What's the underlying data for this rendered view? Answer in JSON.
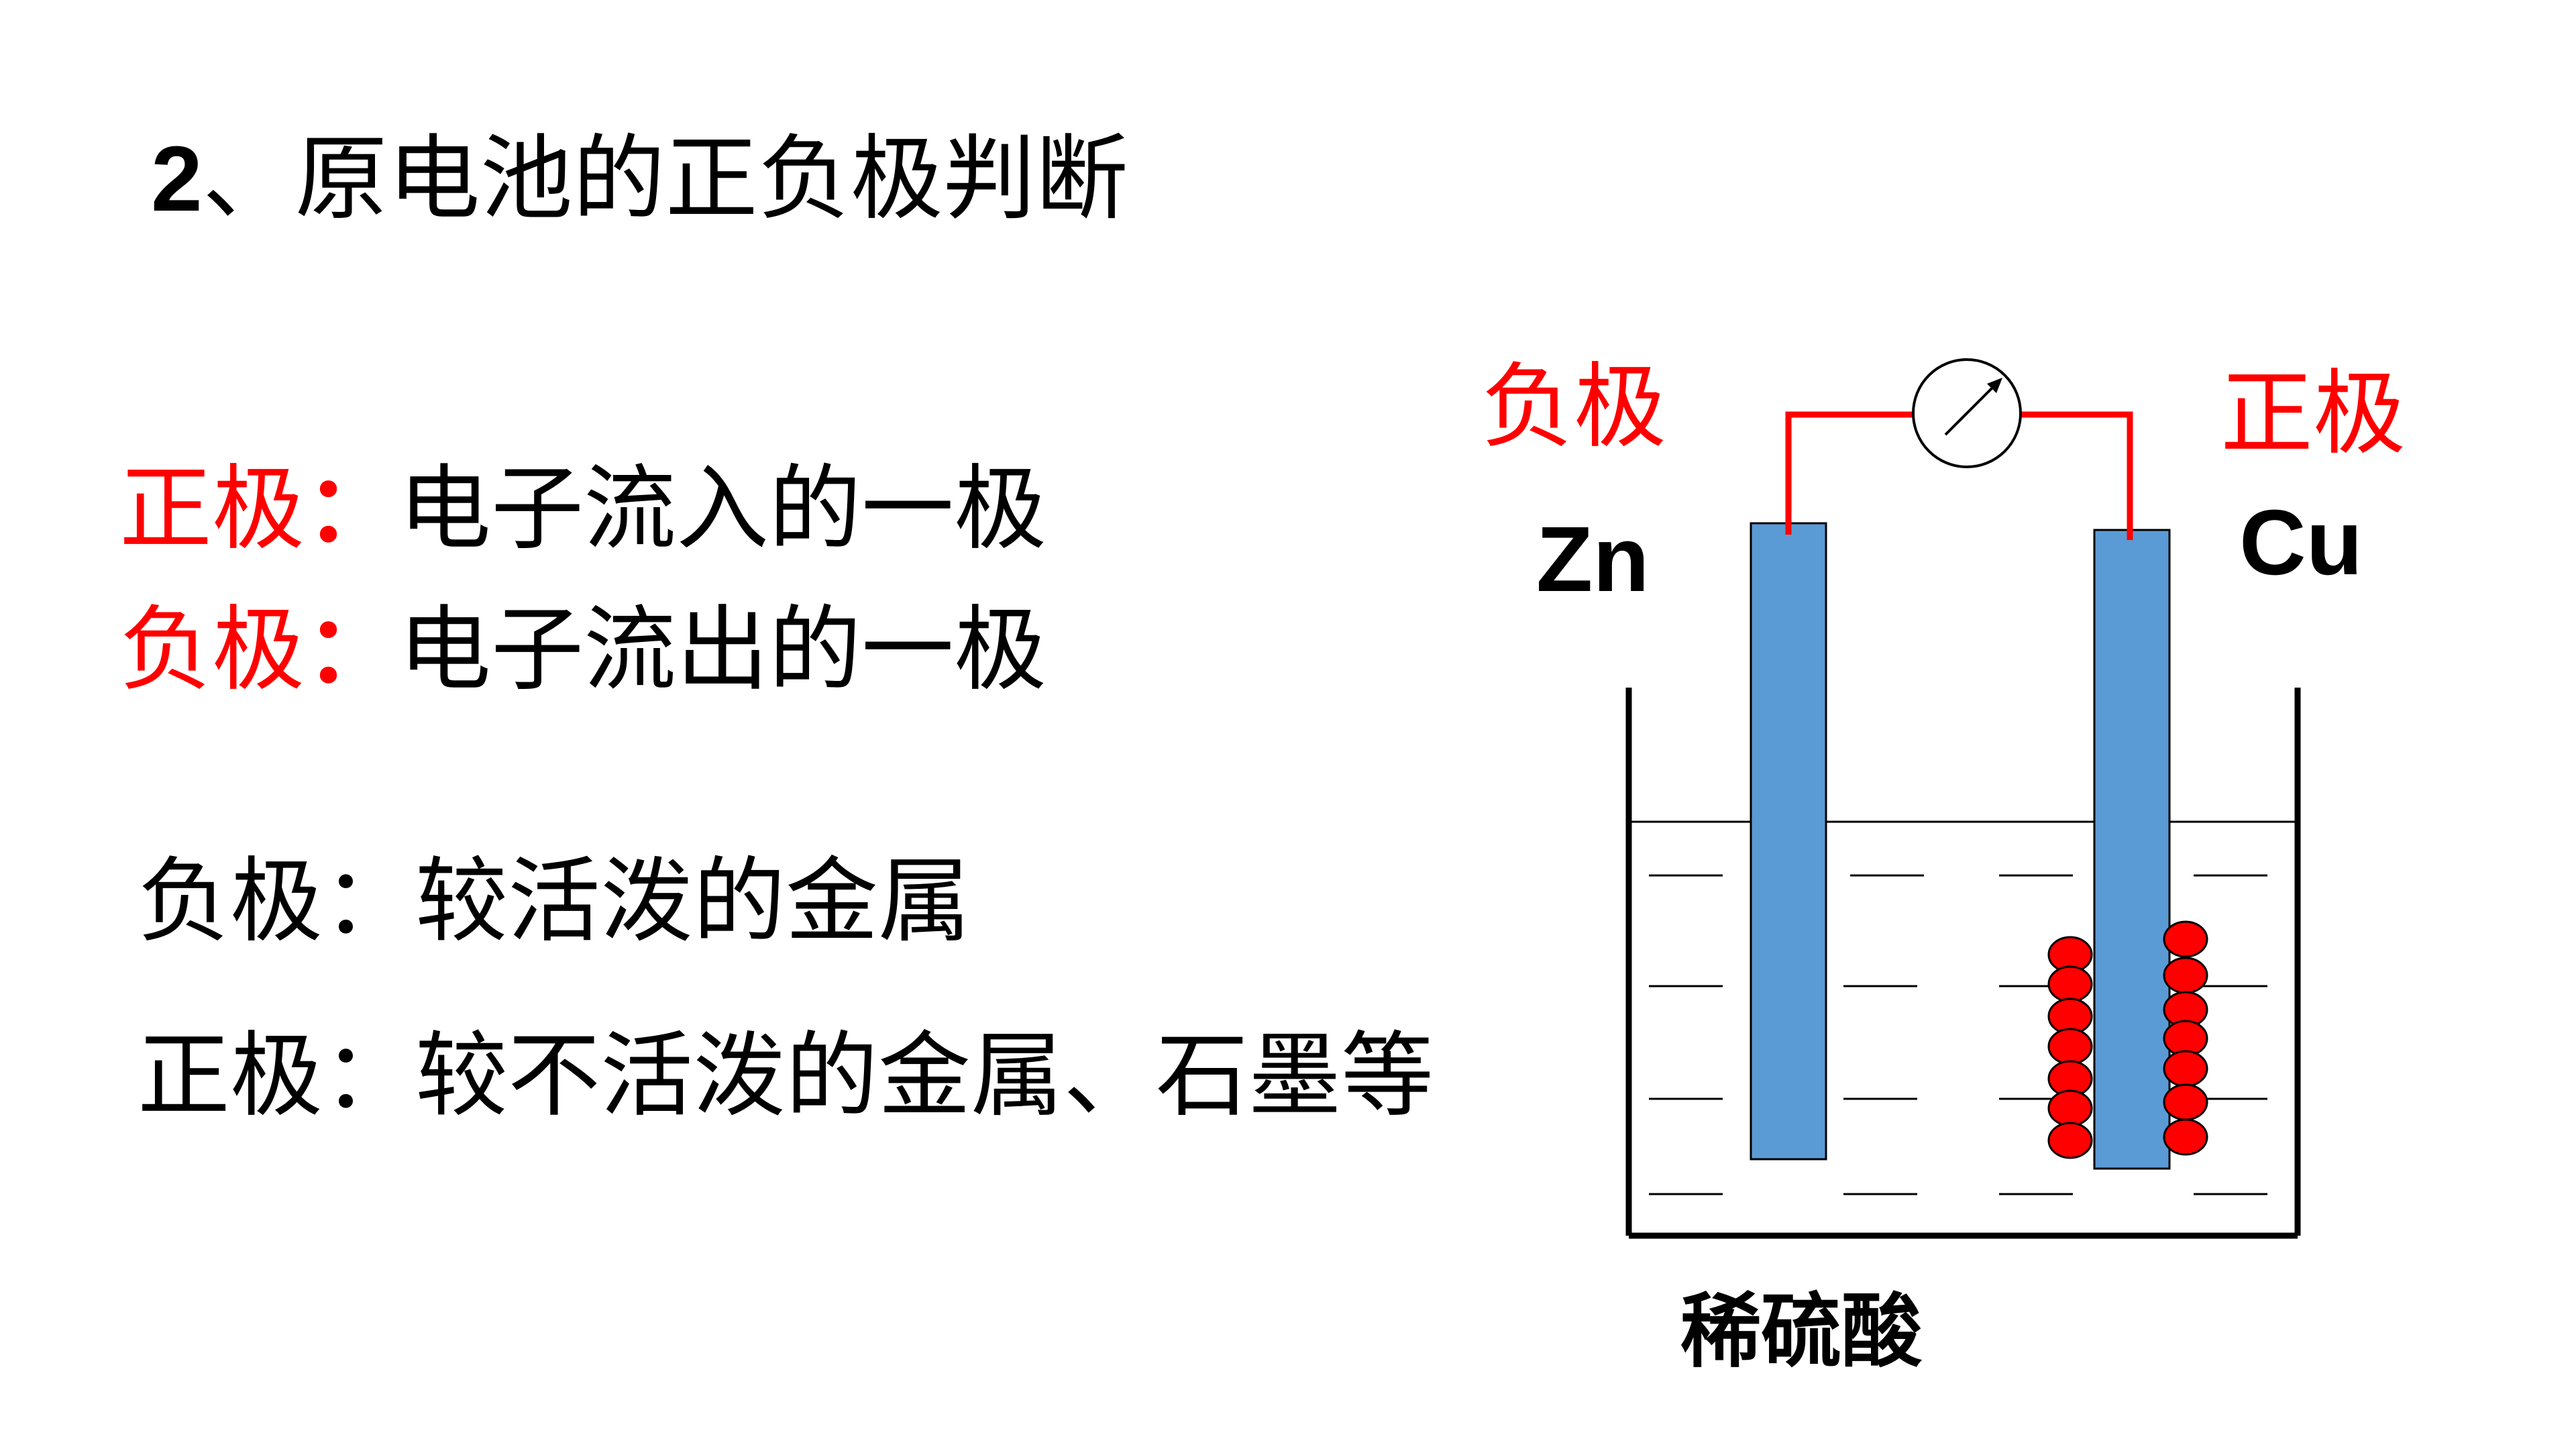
{
  "title": {
    "number": "2",
    "text": "、原电池的正负极判断"
  },
  "definitions": [
    {
      "term": "正极",
      "colon": "：",
      "desc": "电子流入的一极"
    },
    {
      "term": "负极",
      "colon": "：",
      "desc": "电子流出的一极"
    }
  ],
  "rules": [
    {
      "text": "负极：较活泼的金属"
    },
    {
      "text": "正极：较不活泼的金属、石墨等"
    }
  ],
  "diagram": {
    "negative_label": "负极",
    "positive_label": "正极",
    "left_metal": "Zn",
    "right_metal": "Cu",
    "solution": "稀硫酸",
    "colors": {
      "electrode": "#5b9bd5",
      "wire": "#ff0000",
      "bubble": "#ff0000",
      "label_red": "#ff0000"
    }
  }
}
